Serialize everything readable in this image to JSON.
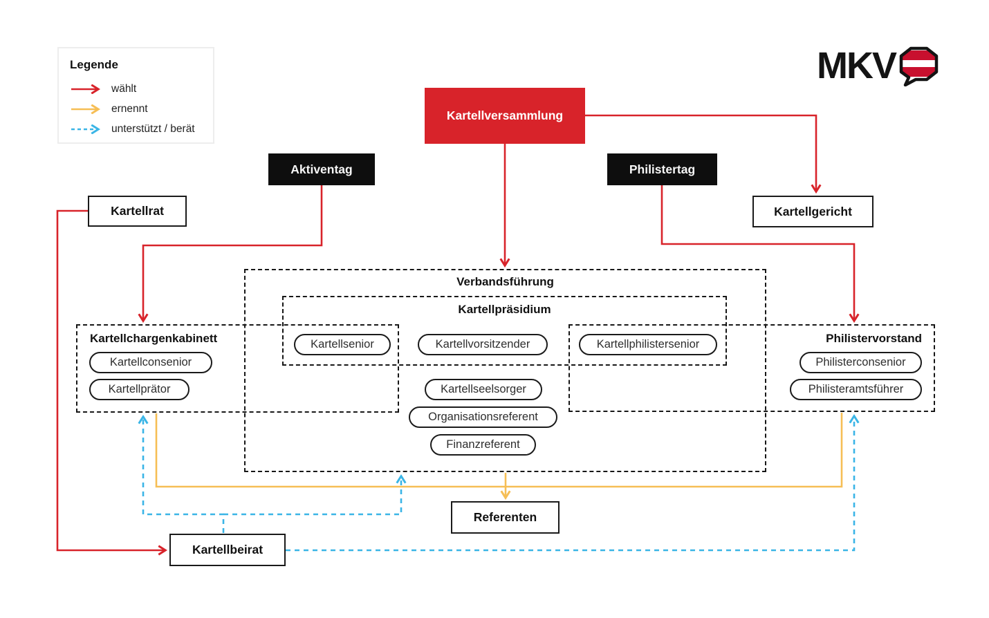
{
  "legend": {
    "title": "Legende",
    "items": [
      {
        "label": "wählt",
        "color": "#d8232a",
        "line": "solid"
      },
      {
        "label": "ernennt",
        "color": "#f6be55",
        "line": "solid"
      },
      {
        "label": "unterstützt / berät",
        "color": "#3ab5e6",
        "line": "dashed"
      }
    ]
  },
  "logo": {
    "text": "MKV",
    "badge": "austria-flag-hexagon"
  },
  "nodes": {
    "kartellversammlung": "Kartellversammlung",
    "aktiventag": "Aktiventag",
    "philistertag": "Philistertag",
    "kartellrat": "Kartellrat",
    "kartellgericht": "Kartellgericht",
    "verbandsfuehrung": "Verbandsführung",
    "kartellpraesidium": "Kartellpräsidium",
    "kartellchargenkabinett": "Kartellchargenkabinett",
    "philistervorstand": "Philistervorstand",
    "kartellsenior": "Kartellsenior",
    "kartellvorsitzender": "Kartellvorsitzender",
    "kartellphilistersenior": "Kartellphilistersenior",
    "kartellseelsorger": "Kartellseelsorger",
    "organisationsreferent": "Organisationsreferent",
    "finanzreferent": "Finanzreferent",
    "kartellconsenior": "Kartellconsenior",
    "kartellpraetor": "Kartellprätor",
    "philisterconsenior": "Philisterconsenior",
    "philisteramtsfuehrer": "Philisteramtsführer",
    "referenten": "Referenten",
    "kartellbeirat": "Kartellbeirat"
  },
  "colors": {
    "red": "#d8232a",
    "yellow": "#f6be55",
    "cyan": "#3ab5e6",
    "box_black": "#0e0e0e"
  }
}
